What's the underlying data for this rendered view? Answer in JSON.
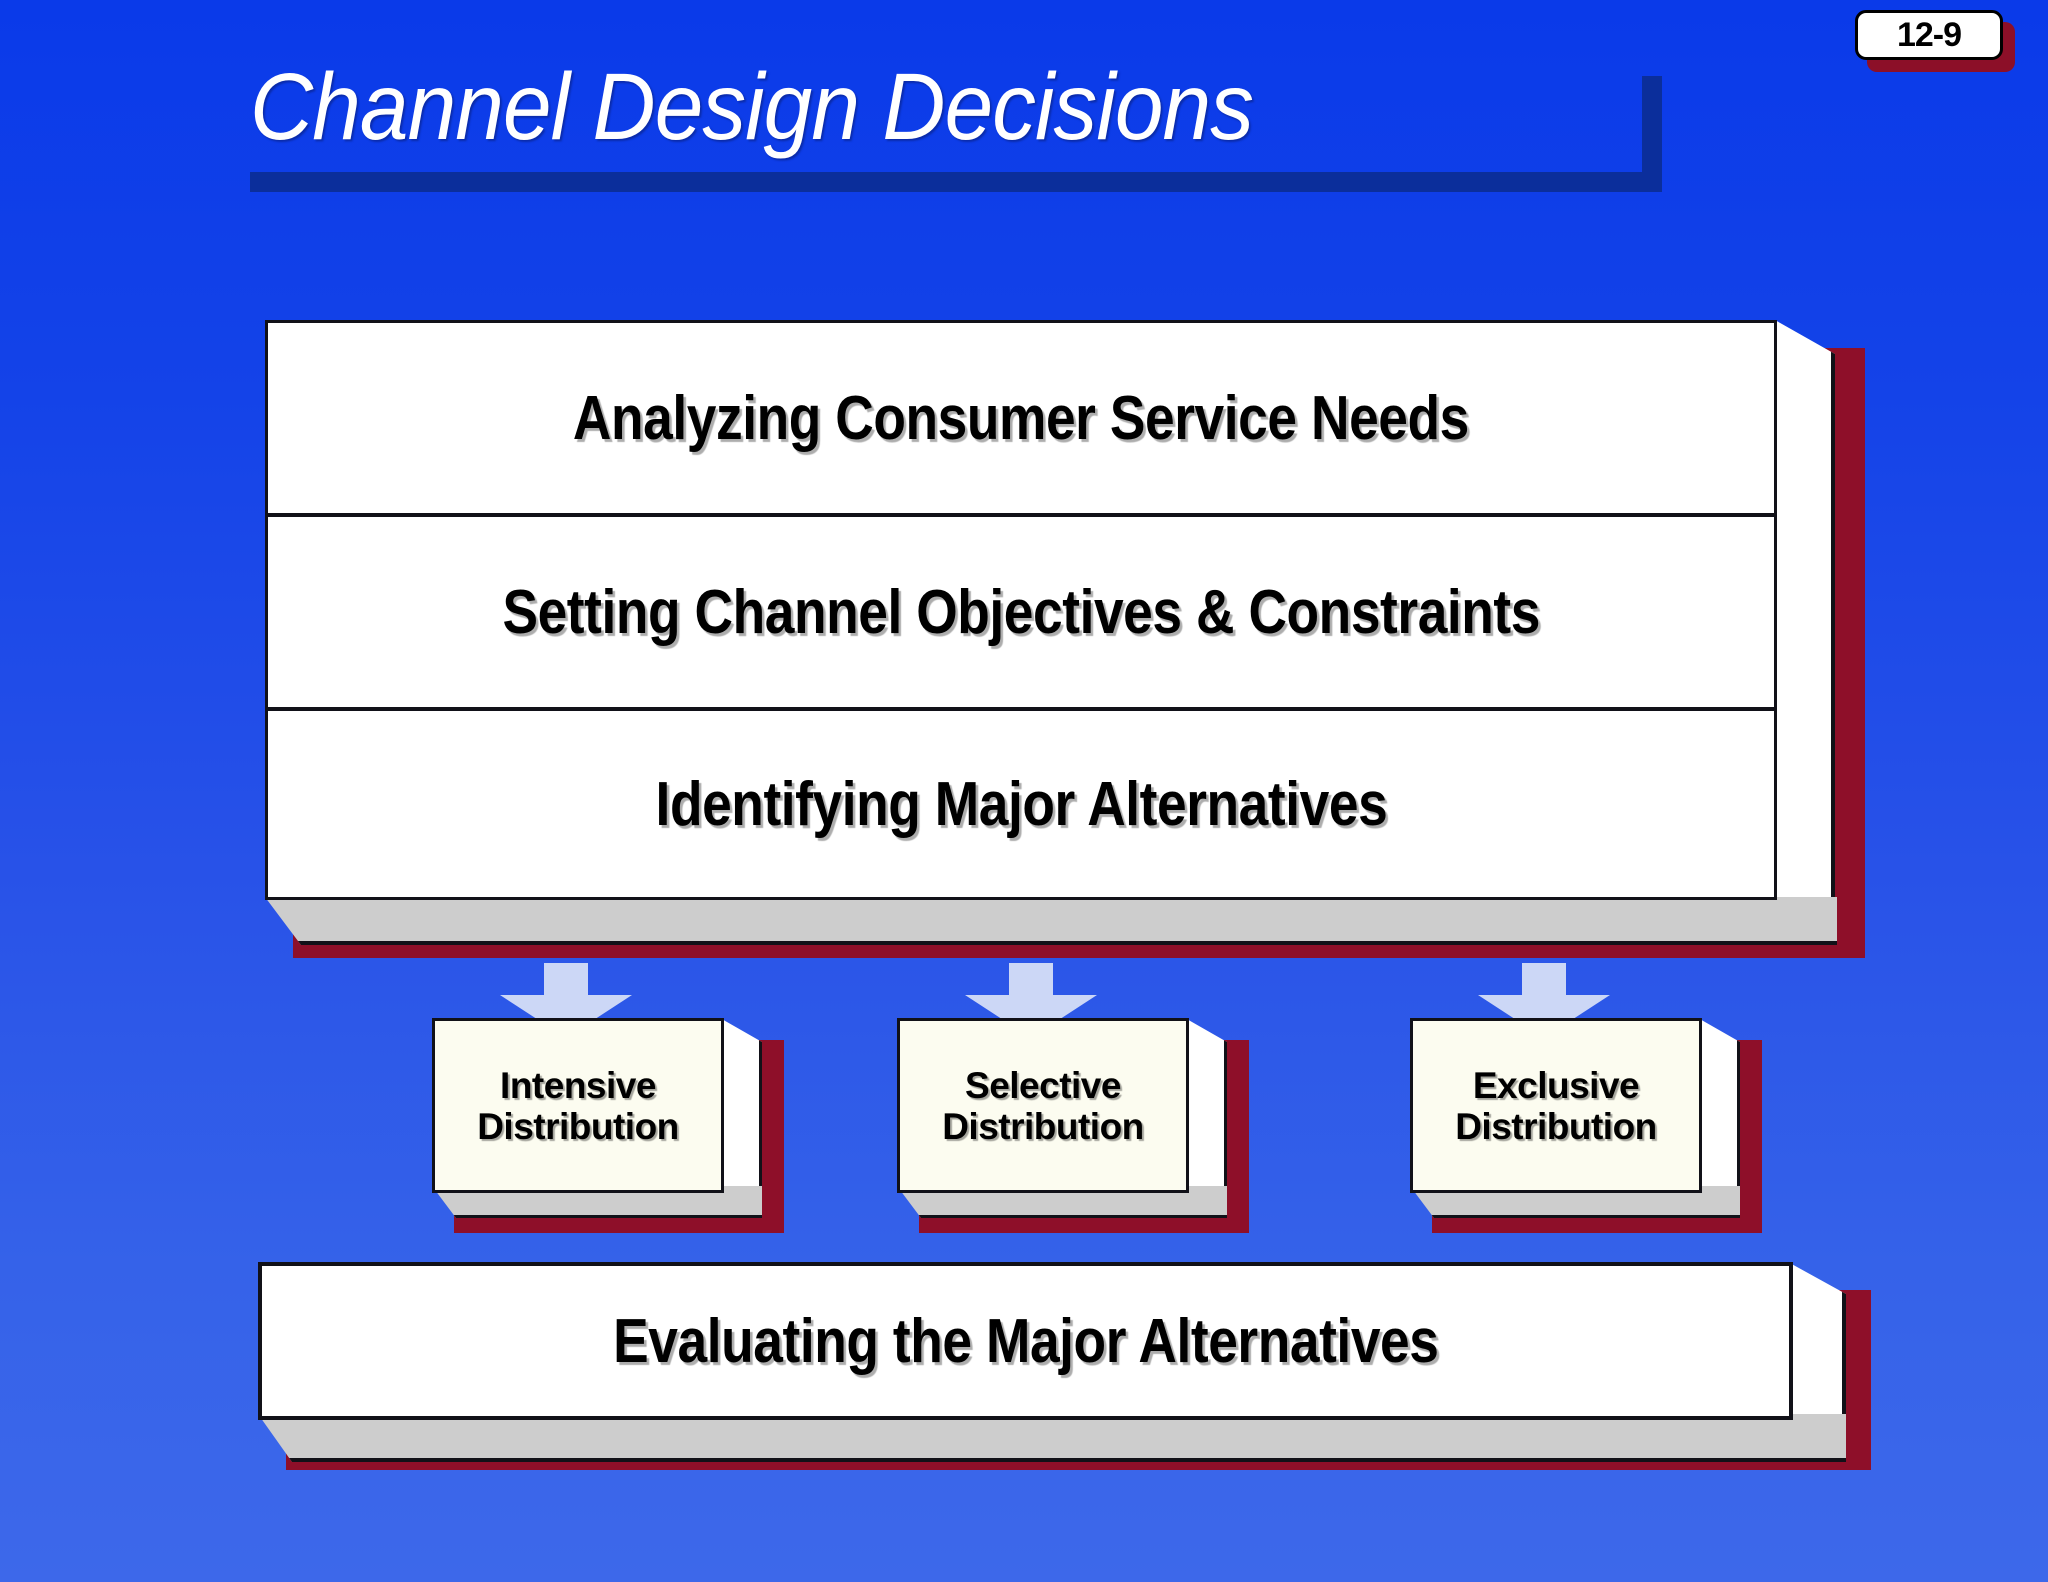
{
  "slide": {
    "page_number": "12-9",
    "title": "Channel Design Decisions",
    "background_top_color": "#0a3ae9",
    "background_bottom_color": "#3d68ea",
    "title_rule_color": "#0b2e9b",
    "box_shadow_color": "#8e0f29",
    "box_face_color": "#ffffff",
    "box_face_ivory_color": "#fcfcf0",
    "box_bevel_color": "#cdcdcd",
    "arrow_color": "#ccd7f6",
    "text_color": "#000000"
  },
  "process_stack": {
    "steps": [
      {
        "label": "Analyzing Consumer Service Needs"
      },
      {
        "label": "Setting Channel Objectives & Constraints"
      },
      {
        "label": "Identifying Major Alternatives"
      }
    ]
  },
  "arrows": [
    {
      "name": "arrow-to-intensive"
    },
    {
      "name": "arrow-to-selective"
    },
    {
      "name": "arrow-to-exclusive"
    }
  ],
  "distribution_options": [
    {
      "line1": "Intensive",
      "line2": "Distribution"
    },
    {
      "line1": "Selective",
      "line2": "Distribution"
    },
    {
      "line1": "Exclusive",
      "line2": "Distribution"
    }
  ],
  "evaluation": {
    "label": "Evaluating the Major Alternatives"
  }
}
